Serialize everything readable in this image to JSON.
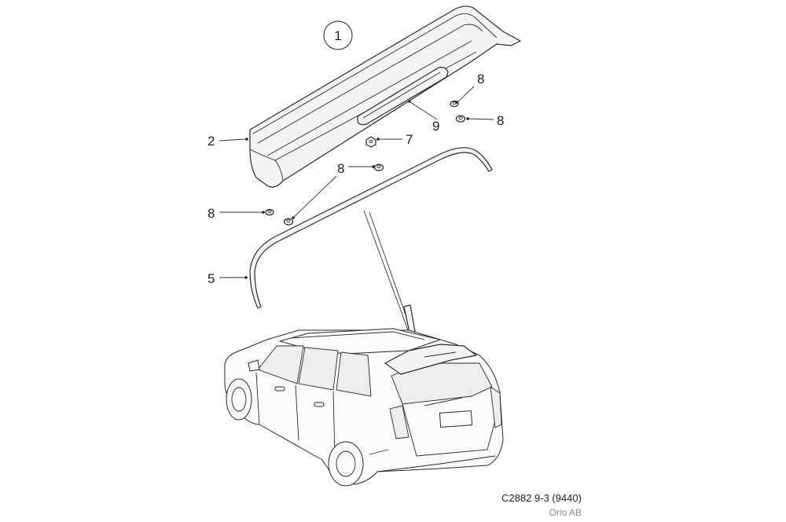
{
  "callouts": {
    "c1": "1",
    "c2": "2",
    "c5": "5",
    "c7": "7",
    "c8": "8",
    "c9": "9"
  },
  "caption": {
    "reference": "C2882 9-3 (9440)",
    "brand": "Orio AB"
  }
}
